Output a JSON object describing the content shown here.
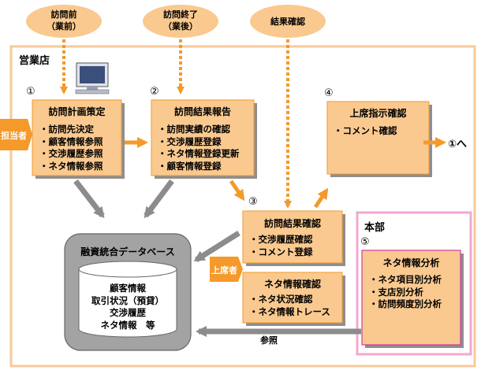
{
  "phases": [
    {
      "line1": "訪問前",
      "line2": "（業前）"
    },
    {
      "line1": "訪問終了",
      "line2": "（業後）"
    },
    {
      "line1": "結果確認"
    }
  ],
  "branch": {
    "label": "営業店"
  },
  "hq": {
    "label": "本部"
  },
  "actors": {
    "rep": "担当者",
    "superior": "上席者"
  },
  "steps": {
    "step1": {
      "num": "①",
      "title": "訪問計画策定",
      "items": [
        "・訪問先決定",
        "・顧客情報参照",
        "・交渉履歴参照",
        "・ネタ情報参照"
      ]
    },
    "step2": {
      "num": "②",
      "title": "訪問結果報告",
      "items": [
        "・訪問実績の確認",
        "・交渉履歴登録",
        "・ネタ情報登録更新",
        "・顧客情報登録"
      ]
    },
    "step3": {
      "num": "③",
      "title": "訪問結果確認",
      "items": [
        "・交渉履歴確認",
        "・コメント登録"
      ]
    },
    "step3b": {
      "title": "ネタ情報確認",
      "items": [
        "・ネタ状況確認",
        "・ネタ情報トレース"
      ]
    },
    "step4": {
      "num": "④",
      "title": "上席指示確認",
      "items": [
        "・コメント確認"
      ]
    },
    "step5": {
      "num": "⑤",
      "title": "ネタ情報分析",
      "items": [
        "・ネタ項目別分析",
        "・支店別分析",
        "・訪問頻度別分析"
      ]
    }
  },
  "goto": "①へ",
  "database": {
    "title": "融資統合データベース",
    "items": [
      "顧客情報",
      "取引状況（預貸）",
      "交渉履歴",
      "ネタ情報　等"
    ]
  },
  "reference": "参照"
}
